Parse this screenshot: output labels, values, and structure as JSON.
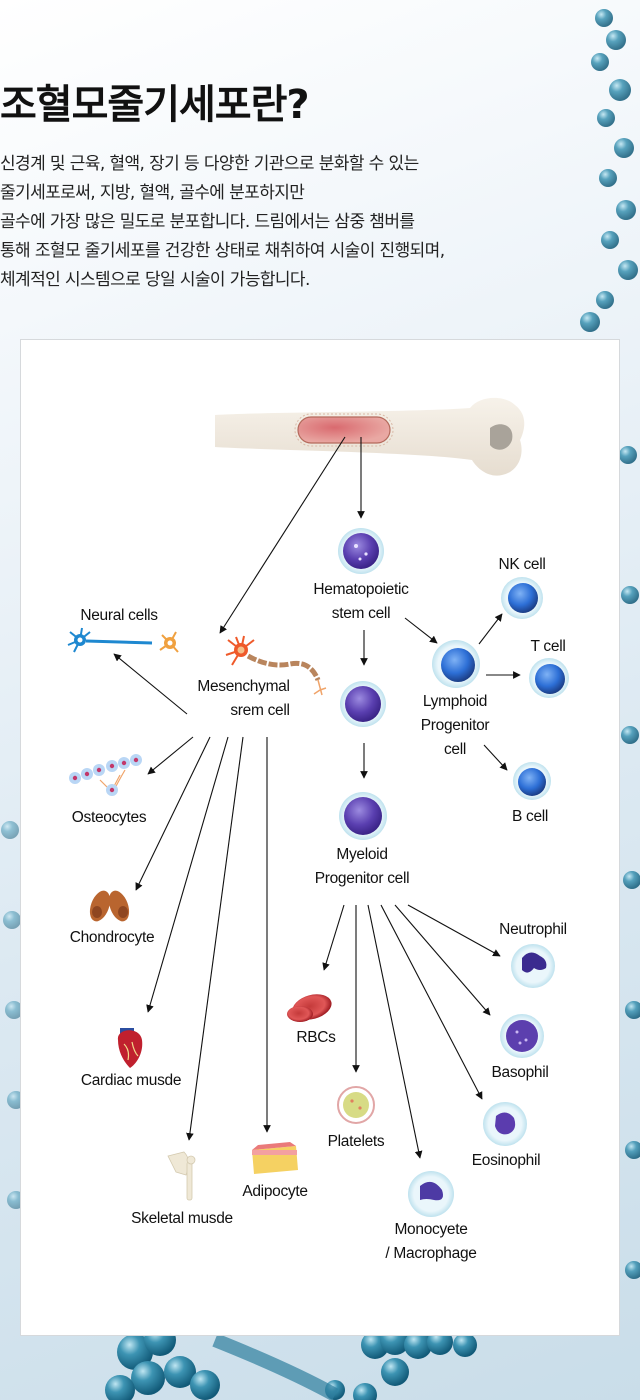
{
  "header": {
    "title": "조혈모줄기세포란?",
    "description_lines": [
      "신경계 및 근육, 혈액, 장기 등 다양한 기관으로 분화할 수 있는",
      "줄기세포로써, 지방, 혈액, 골수에 분포하지만",
      "골수에 가장 많은 밀도로 분포합니다.  드림에서는 삼중 챔버를",
      "통해 조혈모 줄기세포를 건강한 상태로 채취하여 시술이 진행되며,",
      "체계적인 시스템으로 당일 시술이 가능합니다."
    ]
  },
  "diagram": {
    "source": {
      "icon": "bone-marrow-icon"
    },
    "nodes": {
      "hsc": {
        "label_lines": [
          "Hematopoietic",
          "stem cell"
        ],
        "icon": "stem-cell-icon"
      },
      "msc": {
        "label_lines": [
          "Mesenchymal",
          "srem cell"
        ],
        "icon": "neuron-icon"
      },
      "neural": {
        "label": "Neural cells",
        "icon": "neural-cell-icon"
      },
      "osteocytes": {
        "label": "Osteocytes",
        "icon": "osteocyte-icon"
      },
      "chondrocyte": {
        "label": "Chondrocyte",
        "icon": "chondrocyte-icon"
      },
      "cardiac": {
        "label": "Cardiac musde",
        "icon": "heart-icon"
      },
      "skeletal": {
        "label": "Skeletal musde",
        "icon": "shoulder-bone-icon"
      },
      "adipocyte": {
        "label": "Adipocyte",
        "icon": "fat-tissue-icon"
      },
      "mid_progenitor": {
        "icon": "progenitor-cell-icon"
      },
      "myeloid": {
        "label_lines": [
          "Myeloid",
          "Progenitor cell"
        ],
        "icon": "myeloid-cell-icon"
      },
      "lymphoid": {
        "label_lines": [
          "Lymphoid",
          "Progenitor",
          "cell"
        ],
        "icon": "lymphoid-cell-icon"
      },
      "nk": {
        "label": "NK cell",
        "icon": "nk-cell-icon"
      },
      "t": {
        "label": "T cell",
        "icon": "t-cell-icon"
      },
      "b": {
        "label": "B cell",
        "icon": "b-cell-icon"
      },
      "neutrophil": {
        "label": "Neutrophil",
        "icon": "neutrophil-icon"
      },
      "basophil": {
        "label": "Basophil",
        "icon": "basophil-icon"
      },
      "eosinophil": {
        "label": "Eosinophil",
        "icon": "eosinophil-icon"
      },
      "rbc": {
        "label": "RBCs",
        "icon": "red-blood-cell-icon"
      },
      "platelets": {
        "label": "Platelets",
        "icon": "platelet-icon"
      },
      "monocyte": {
        "label_lines": [
          "Monocyete",
          "/ Macrophage"
        ],
        "icon": "monocyte-icon"
      }
    },
    "edges": [
      [
        "bone",
        "hsc"
      ],
      [
        "bone",
        "msc"
      ],
      [
        "msc",
        "neural"
      ],
      [
        "msc",
        "osteocytes"
      ],
      [
        "msc",
        "chondrocyte"
      ],
      [
        "msc",
        "cardiac"
      ],
      [
        "msc",
        "skeletal"
      ],
      [
        "msc",
        "adipocyte"
      ],
      [
        "hsc",
        "mid_progenitor"
      ],
      [
        "hsc",
        "lymphoid"
      ],
      [
        "mid_progenitor",
        "myeloid"
      ],
      [
        "lymphoid",
        "nk"
      ],
      [
        "lymphoid",
        "t"
      ],
      [
        "lymphoid",
        "b"
      ],
      [
        "myeloid",
        "rbc"
      ],
      [
        "myeloid",
        "platelets"
      ],
      [
        "myeloid",
        "monocyte"
      ],
      [
        "myeloid",
        "eosinophil"
      ],
      [
        "myeloid",
        "basophil"
      ],
      [
        "myeloid",
        "neutrophil"
      ]
    ]
  }
}
